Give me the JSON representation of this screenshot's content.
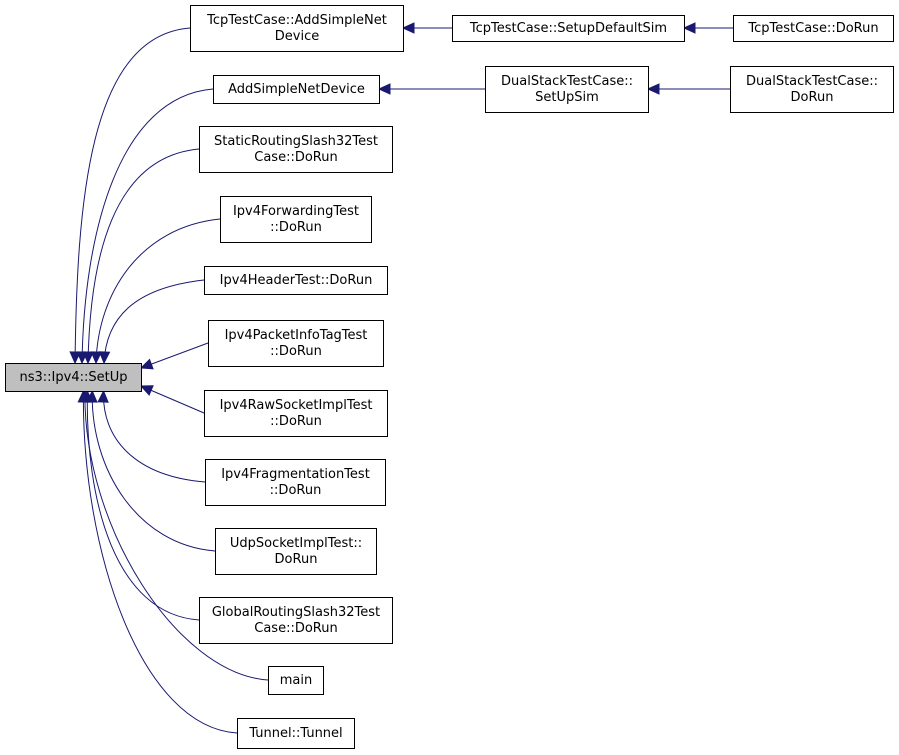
{
  "graph": {
    "nodes": [
      {
        "id": "root",
        "lines": [
          "ns3::Ipv4::SetUp"
        ]
      },
      {
        "id": "tcp_addsimple",
        "lines": [
          "TcpTestCase::AddSimpleNet",
          "Device"
        ]
      },
      {
        "id": "tcp_setup",
        "lines": [
          "TcpTestCase::SetupDefaultSim"
        ]
      },
      {
        "id": "tcp_dorun",
        "lines": [
          "TcpTestCase::DoRun"
        ]
      },
      {
        "id": "addsimple",
        "lines": [
          "AddSimpleNetDevice"
        ]
      },
      {
        "id": "ds_setup",
        "lines": [
          "DualStackTestCase::",
          "SetUpSim"
        ]
      },
      {
        "id": "ds_dorun",
        "lines": [
          "DualStackTestCase::",
          "DoRun"
        ]
      },
      {
        "id": "static32",
        "lines": [
          "StaticRoutingSlash32Test",
          "Case::DoRun"
        ]
      },
      {
        "id": "fwd",
        "lines": [
          "Ipv4ForwardingTest",
          "::DoRun"
        ]
      },
      {
        "id": "header",
        "lines": [
          "Ipv4HeaderTest::DoRun"
        ]
      },
      {
        "id": "pktinfo",
        "lines": [
          "Ipv4PacketInfoTagTest",
          "::DoRun"
        ]
      },
      {
        "id": "raw",
        "lines": [
          "Ipv4RawSocketImplTest",
          "::DoRun"
        ]
      },
      {
        "id": "frag",
        "lines": [
          "Ipv4FragmentationTest",
          "::DoRun"
        ]
      },
      {
        "id": "udp",
        "lines": [
          "UdpSocketImplTest::",
          "DoRun"
        ]
      },
      {
        "id": "global32",
        "lines": [
          "GlobalRoutingSlash32Test",
          "Case::DoRun"
        ]
      },
      {
        "id": "main",
        "lines": [
          "main"
        ]
      },
      {
        "id": "tunnel",
        "lines": [
          "Tunnel::Tunnel"
        ]
      }
    ],
    "edges": [
      {
        "from": "tcp_addsimple",
        "to": "root"
      },
      {
        "from": "addsimple",
        "to": "root"
      },
      {
        "from": "static32",
        "to": "root"
      },
      {
        "from": "fwd",
        "to": "root"
      },
      {
        "from": "header",
        "to": "root"
      },
      {
        "from": "pktinfo",
        "to": "root"
      },
      {
        "from": "raw",
        "to": "root"
      },
      {
        "from": "frag",
        "to": "root"
      },
      {
        "from": "udp",
        "to": "root"
      },
      {
        "from": "global32",
        "to": "root"
      },
      {
        "from": "main",
        "to": "root"
      },
      {
        "from": "tunnel",
        "to": "root"
      },
      {
        "from": "tcp_setup",
        "to": "tcp_addsimple"
      },
      {
        "from": "tcp_dorun",
        "to": "tcp_setup"
      },
      {
        "from": "ds_setup",
        "to": "addsimple"
      },
      {
        "from": "ds_dorun",
        "to": "ds_setup"
      }
    ],
    "colors": {
      "edge": "#191970",
      "root_fill": "#bfbfbf",
      "node_fill": "#ffffff",
      "node_border": "#000000"
    }
  }
}
